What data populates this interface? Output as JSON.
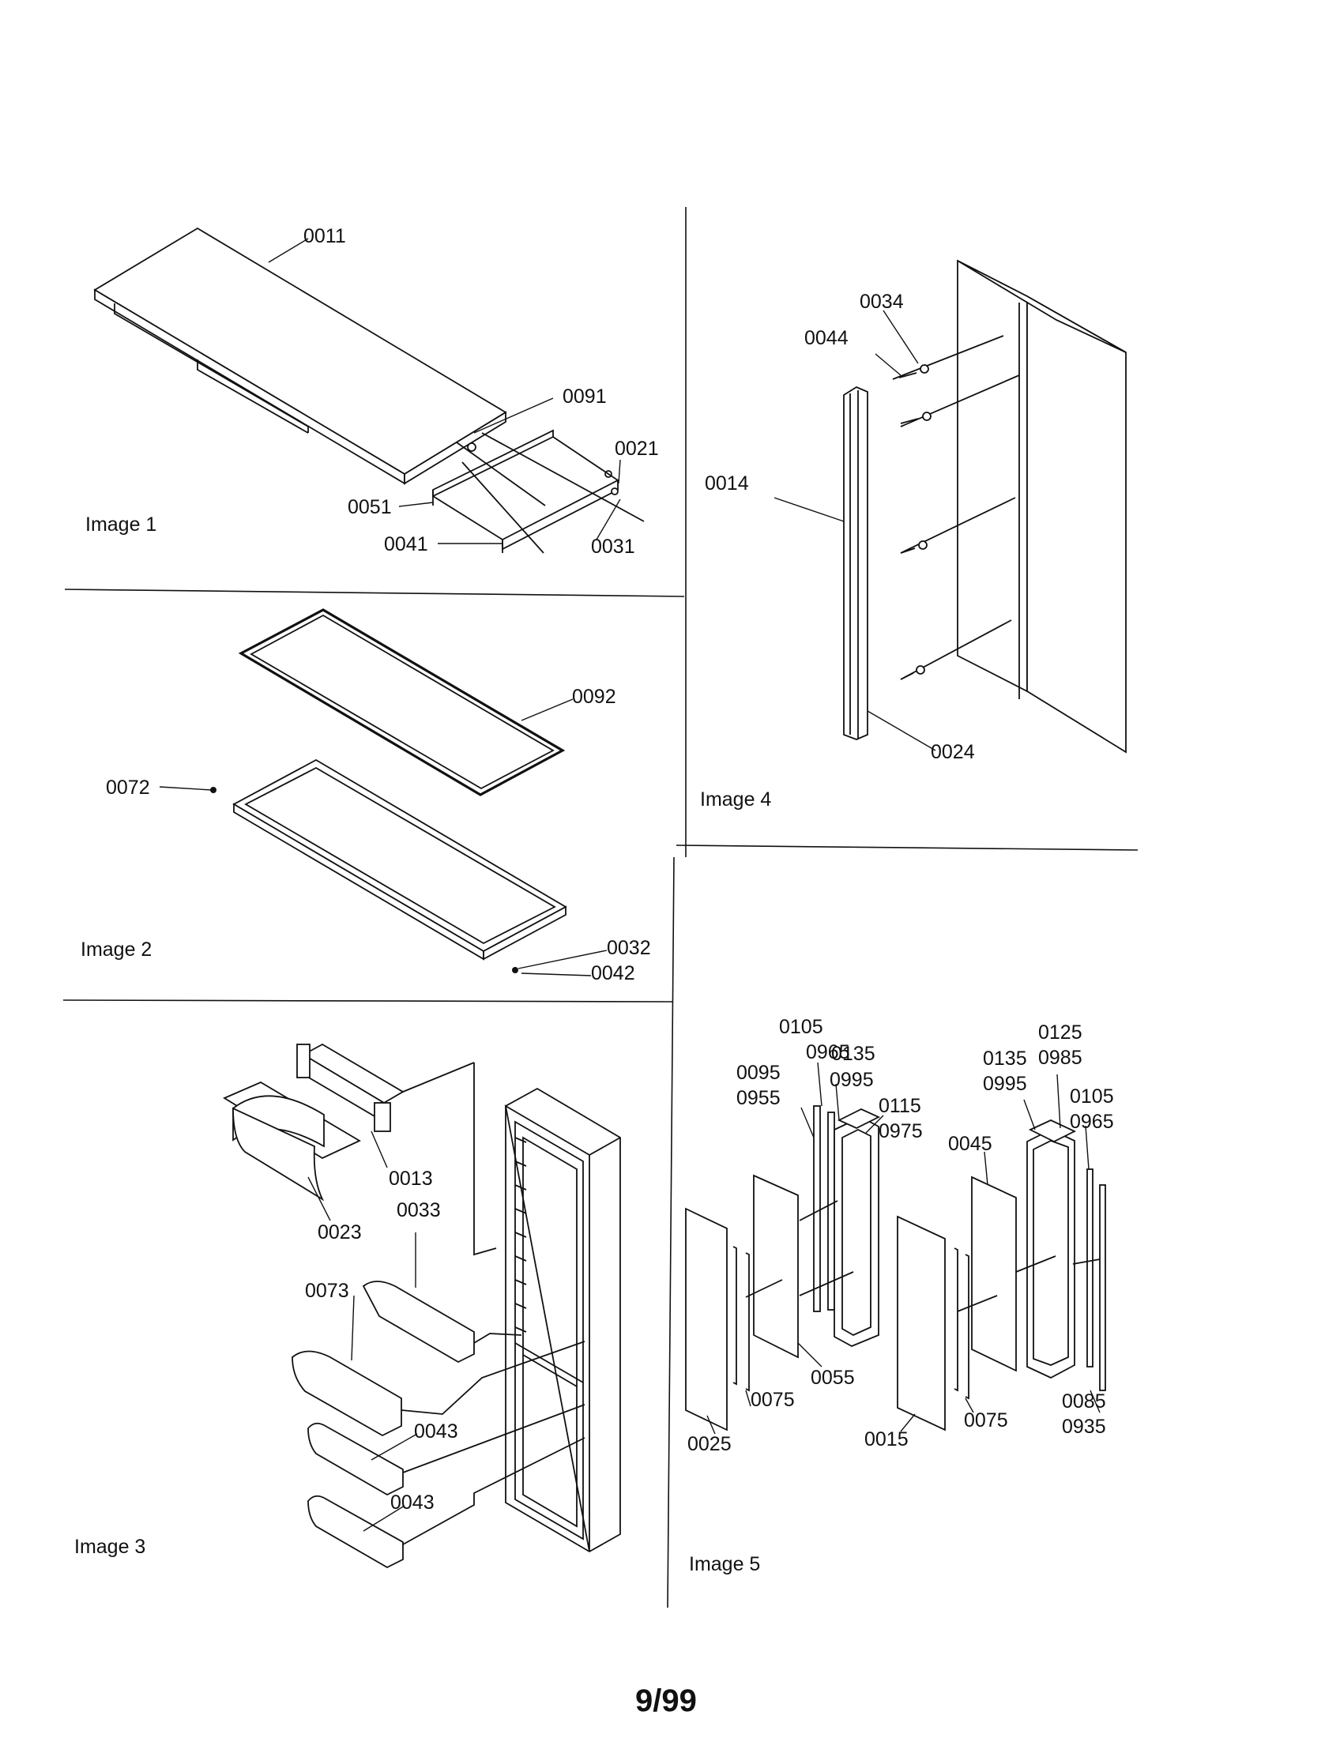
{
  "page_number": "9/99",
  "panels": [
    {
      "id": "image1",
      "label": "Image 1",
      "parts": [
        "0011",
        "0091",
        "0021",
        "0051",
        "0041",
        "0031"
      ]
    },
    {
      "id": "image2",
      "label": "Image 2",
      "parts": [
        "0092",
        "0072",
        "0032",
        "0042"
      ]
    },
    {
      "id": "image3",
      "label": "Image 3",
      "parts": [
        "0013",
        "0023",
        "0033",
        "0073",
        "0043",
        "0043"
      ]
    },
    {
      "id": "image4",
      "label": "Image 4",
      "parts": [
        "0034",
        "0044",
        "0014",
        "0024"
      ]
    },
    {
      "id": "image5",
      "label": "Image 5",
      "parts": [
        "0105",
        "0965",
        "0135",
        "0995",
        "0095",
        "0955",
        "0115",
        "0975",
        "0125",
        "0985",
        "0135",
        "0995",
        "0105",
        "0965",
        "0045",
        "0055",
        "0075",
        "0025",
        "0015",
        "0075",
        "0085",
        "0935"
      ]
    }
  ]
}
